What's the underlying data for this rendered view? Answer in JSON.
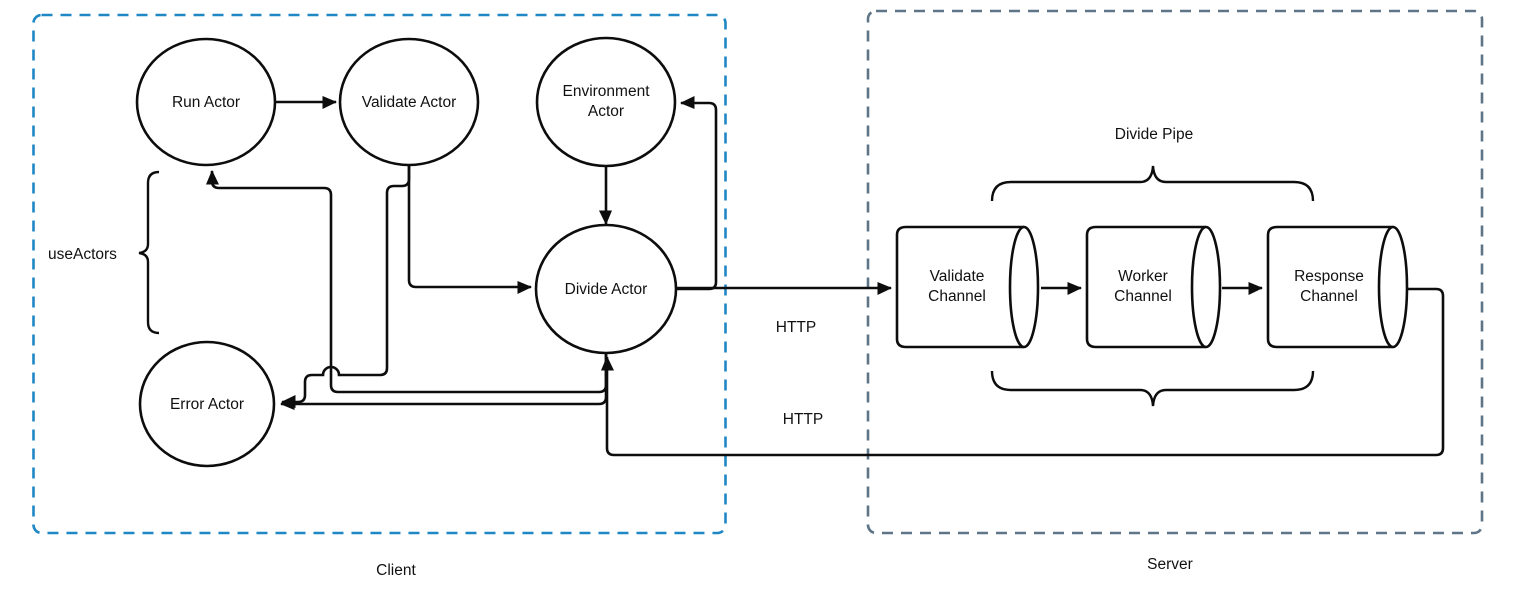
{
  "diagram": {
    "line_color": "#0d0d0d",
    "client": {
      "label": "Client",
      "border_color": "#1f87c4",
      "use_actors_label": "useActors",
      "nodes": {
        "run_actor": "Run Actor",
        "validate_actor": "Validate Actor",
        "environment_actor": {
          "line1": "Environment",
          "line2": "Actor"
        },
        "divide_actor": "Divide Actor",
        "error_actor": "Error Actor"
      }
    },
    "server": {
      "label": "Server",
      "border_color": "#5e7587",
      "pipe_label": "Divide Pipe",
      "nodes": {
        "validate_channel": {
          "line1": "Validate",
          "line2": "Channel"
        },
        "worker_channel": {
          "line1": "Worker",
          "line2": "Channel"
        },
        "response_channel": {
          "line1": "Response",
          "line2": "Channel"
        }
      }
    },
    "edges": {
      "request_label": "HTTP",
      "response_label": "HTTP"
    }
  }
}
